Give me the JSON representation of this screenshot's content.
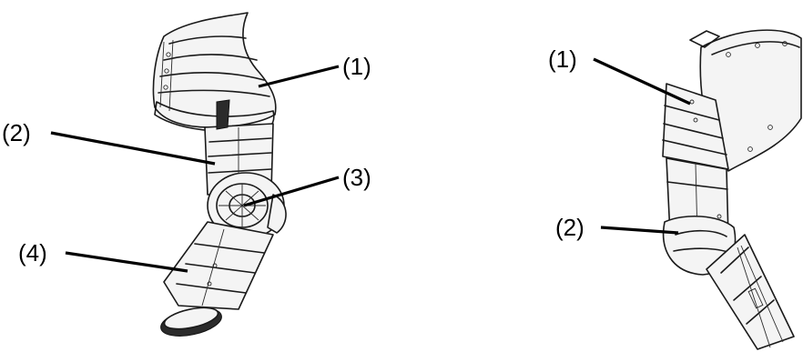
{
  "left_figure": {
    "labels": [
      "(1)",
      "(2)",
      "(3)",
      "(4)"
    ]
  },
  "right_figure": {
    "labels": [
      "(1)",
      "(2)"
    ]
  }
}
